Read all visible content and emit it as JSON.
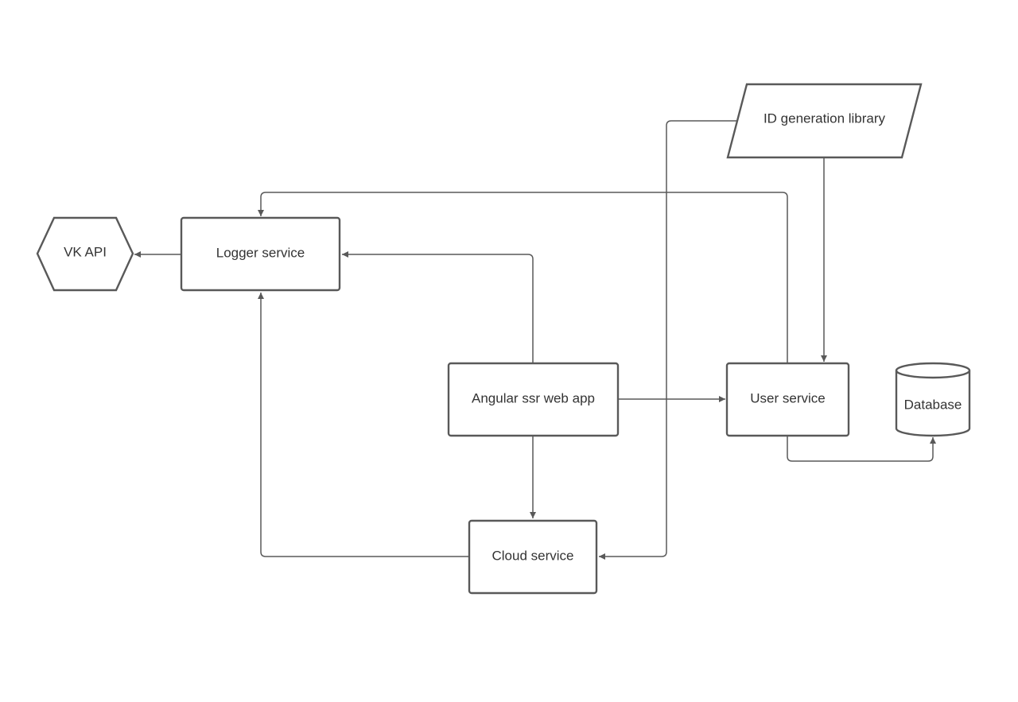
{
  "diagram": {
    "nodes": [
      {
        "id": "vk-api",
        "label": "VK API",
        "shape": "hexagon"
      },
      {
        "id": "logger",
        "label": "Logger service",
        "shape": "rectangle"
      },
      {
        "id": "id-gen",
        "label": "ID generation library",
        "shape": "parallelogram"
      },
      {
        "id": "angular",
        "label": "Angular ssr web app",
        "shape": "rectangle"
      },
      {
        "id": "user",
        "label": "User service",
        "shape": "rectangle"
      },
      {
        "id": "database",
        "label": "Database",
        "shape": "cylinder"
      },
      {
        "id": "cloud",
        "label": "Cloud service",
        "shape": "rectangle"
      }
    ],
    "edges": [
      {
        "from": "logger",
        "to": "vk-api"
      },
      {
        "from": "angular",
        "to": "logger"
      },
      {
        "from": "angular",
        "to": "user"
      },
      {
        "from": "angular",
        "to": "cloud"
      },
      {
        "from": "cloud",
        "to": "logger"
      },
      {
        "from": "user",
        "to": "logger"
      },
      {
        "from": "id-gen",
        "to": "user"
      },
      {
        "from": "id-gen",
        "to": "cloud"
      },
      {
        "from": "user",
        "to": "database"
      }
    ],
    "colors": {
      "stroke": "#595959",
      "text": "#333333",
      "background": "#ffffff"
    }
  }
}
